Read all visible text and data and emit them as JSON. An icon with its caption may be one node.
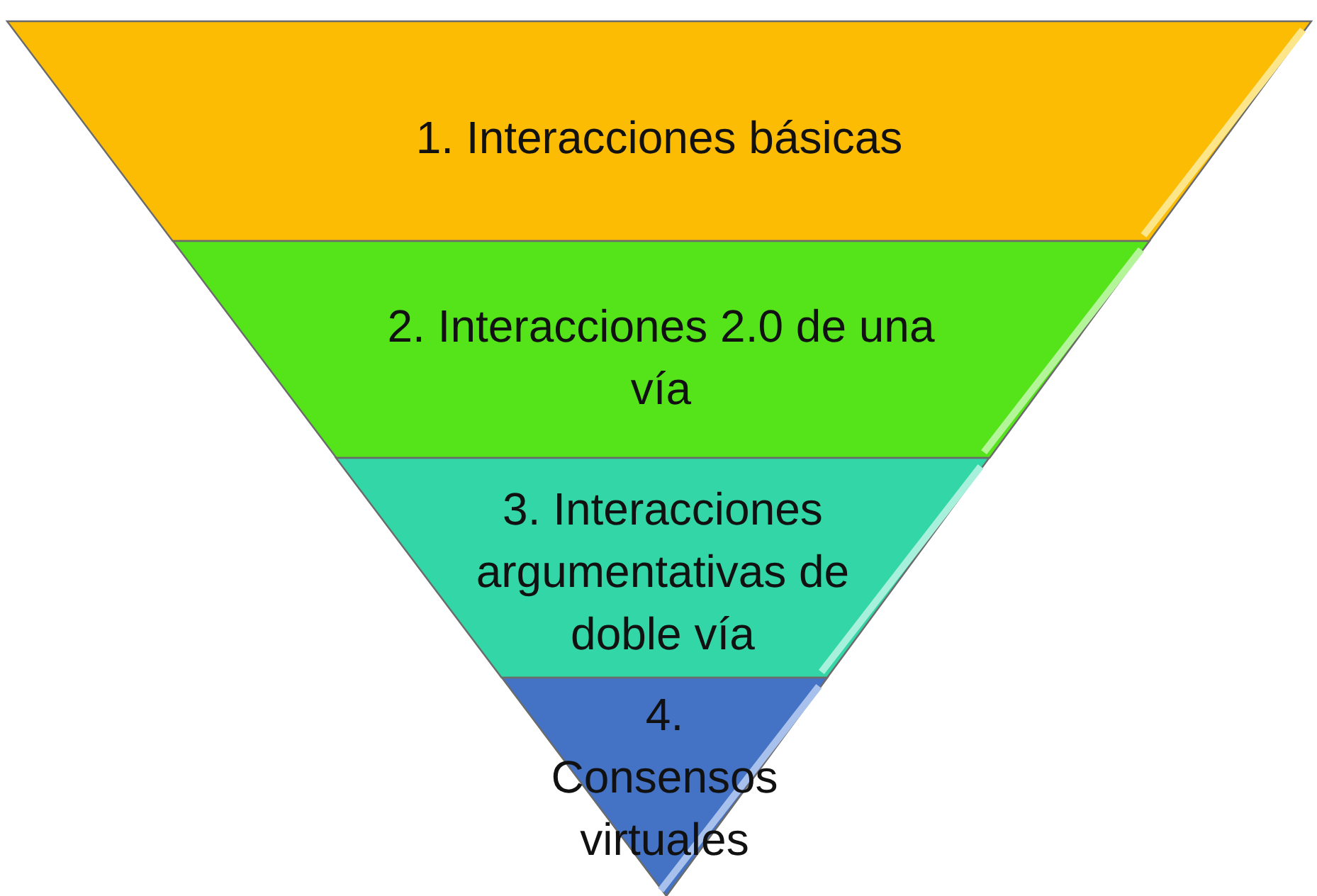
{
  "diagram": {
    "nodes": [
      {
        "text": [
          "1. Interacciones básicas"
        ]
      },
      {
        "text": [
          "2. Interacciones 2.0 de una vía"
        ]
      },
      {
        "text": [
          "3. Interacciones argumentativas de doble vía"
        ]
      },
      {
        "text": [
          "4. Consensos virtuales"
        ]
      }
    ]
  }
}
